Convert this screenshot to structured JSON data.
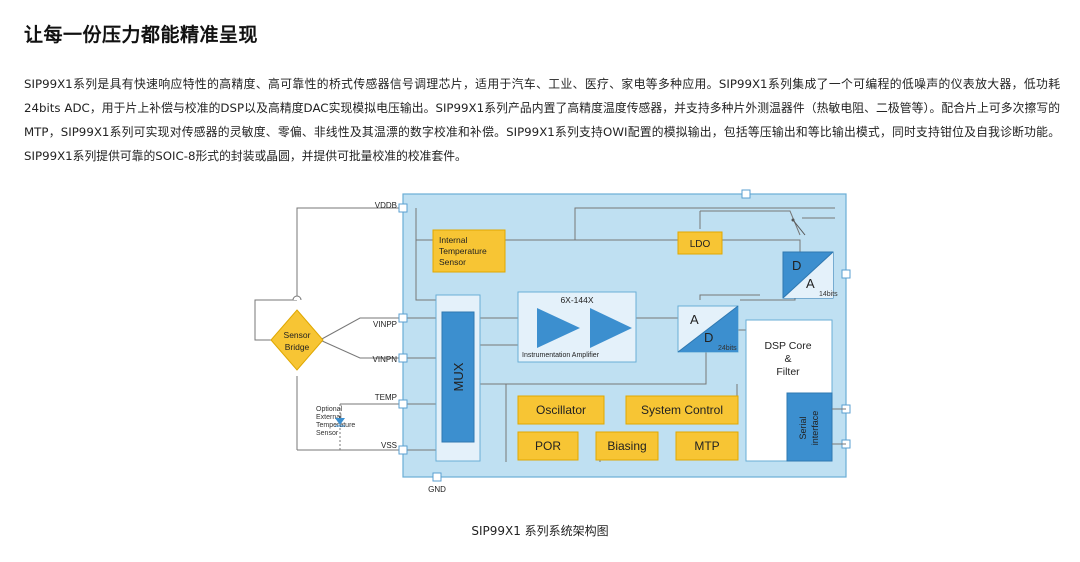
{
  "heading": "让每一份压力都能精准呈现",
  "paragraph": "SIP99X1系列是具有快速响应特性的高精度、高可靠性的桥式传感器信号调理芯片，适用于汽车、工业、医疗、家电等多种应用。SIP99X1系列集成了一个可编程的低噪声的仪表放大器，低功耗24bits ADC，用于片上补偿与校准的DSP以及高精度DAC实现模拟电压输出。SIP99X1系列产品内置了高精度温度传感器，并支持多种片外测温器件（热敏电阻、二极管等）。配合片上可多次擦写的MTP，SIP99X1系列可实现对传感器的灵敏度、零偏、非线性及其温漂的数字校准和补偿。SIP99X1系列支持OWI配置的模拟输出，包括等压输出和等比输出模式，同时支持钳位及自我诊断功能。SIP99X1系列提供可靠的SOIC-8形式的封装或晶圆，并提供可批量校准的校准套件。",
  "diagram": {
    "pins": {
      "vddb": "VDDB",
      "vinpp": "VINPP",
      "vinpn": "VINPN",
      "temp": "TEMP",
      "vss": "VSS",
      "gnd": "GND"
    },
    "sensor_bridge": {
      "line1": "Sensor",
      "line2": "Bridge"
    },
    "external_sensor": [
      "Optional",
      "External",
      "Temperature",
      "Sensor"
    ],
    "internal_temp": [
      "Internal",
      "Temperature",
      "Sensor"
    ],
    "ldo": "LDO",
    "mux": "MUX",
    "amplifier": {
      "gain": "6X-144X",
      "label": "Instrumentation Amplifier"
    },
    "adc": {
      "a": "A",
      "d": "D",
      "bits": "24bits"
    },
    "dac": {
      "d": "D",
      "a": "A",
      "bits": "14bits"
    },
    "dsp": [
      "DSP Core",
      "&",
      "Filter"
    ],
    "serial": [
      "Serial",
      "interface"
    ],
    "blocks": {
      "oscillator": "Oscillator",
      "system_control": "System Control",
      "por": "POR",
      "biasing": "Biasing",
      "mtp": "MTP"
    },
    "colors": {
      "chip_fill": "#bfe0f2",
      "chip_border": "#6aaed6",
      "orange": "#f7c534",
      "mux_blue": "#3c8fcf",
      "inner_fill": "#e4f1fa"
    }
  },
  "caption": "SIP99X1 系列系统架构图"
}
